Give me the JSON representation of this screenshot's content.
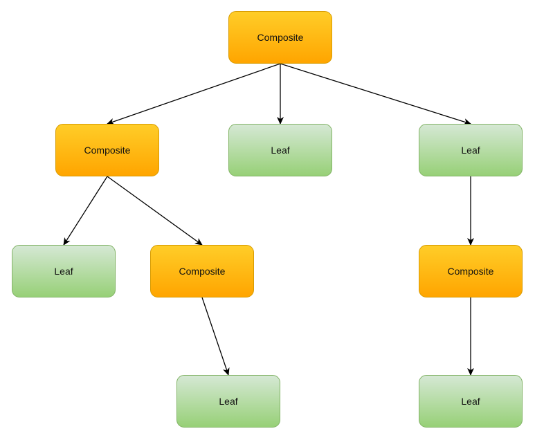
{
  "nodes": {
    "root": {
      "label": "Composite"
    },
    "composite_mid": {
      "label": "Composite"
    },
    "leaf_mid": {
      "label": "Leaf"
    },
    "leaf_right": {
      "label": "Leaf"
    },
    "leaf_left_bottom": {
      "label": "Leaf"
    },
    "composite_lower": {
      "label": "Composite"
    },
    "composite_right": {
      "label": "Composite"
    },
    "leaf_lower": {
      "label": "Leaf"
    },
    "leaf_right_bottom": {
      "label": "Leaf"
    }
  },
  "colors": {
    "composite_top": "#ffcd28",
    "composite_bottom": "#ffa500",
    "composite_border": "#d79b00",
    "leaf_top": "#d5e8d4",
    "leaf_bottom": "#97d077",
    "leaf_border": "#82b366",
    "edge": "#000000"
  }
}
